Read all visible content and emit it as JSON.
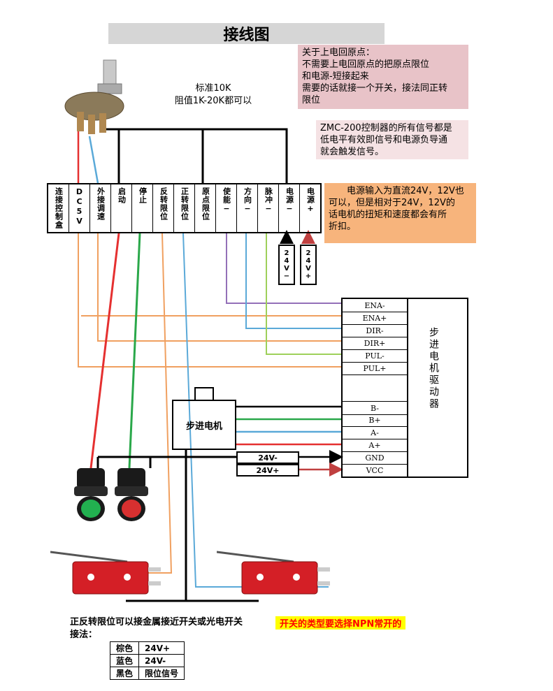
{
  "title": "接线图",
  "notes": {
    "home_origin": [
      "关于上电回原点：",
      "不需要上电回原点的把原点限位",
      "和电源-短接起来",
      "需要的话就接一个开关，接法同正转",
      "限位"
    ],
    "zmc_signal": [
      "ZMC-200控制器的所有信号都是",
      "低电平有效即信号和电源负导通",
      "就会触发信号。"
    ],
    "power_input": [
      "电源输入为直流24V，12V也",
      "可以，但是相对于24V，12V的",
      "话电机的扭矩和速度都会有所",
      "折扣。"
    ]
  },
  "potentiometer": {
    "line1": "标准10K",
    "line2": "阻值1K-20K都可以"
  },
  "terminals": [
    "连接控制盒",
    "DC5V",
    "外接调速",
    "启动",
    "停止",
    "反转限位",
    "正转限位",
    "原点限位",
    "使能−",
    "方向−",
    "脉冲−",
    "电源−",
    "电源+"
  ],
  "power_pins": [
    "24V−",
    "24V+"
  ],
  "driver": {
    "label": "步进电机驱动器",
    "pins": [
      "ENA-",
      "ENA+",
      "DIR-",
      "DIR+",
      "PUL-",
      "PUL+",
      "B-",
      "B+",
      "A-",
      "A+",
      "GND",
      "VCC"
    ]
  },
  "motor": {
    "label": "步进电机"
  },
  "psu": [
    "24V-",
    "24V+"
  ],
  "footer": {
    "text1": "正反转限位可以接金属接近开关或光电开关",
    "warn": "开关的类型要选择NPN常开的",
    "text2": "接法："
  },
  "legend": [
    [
      "棕色",
      "24V+"
    ],
    [
      "蓝色",
      "24V-"
    ],
    [
      "黑色",
      "限位信号"
    ]
  ],
  "colors": {
    "red": "#e53030",
    "blue": "#5aa9d8",
    "orange": "#f0a060",
    "green": "#2aa84a",
    "purple": "#9370b8",
    "lightgreen": "#9ed05a"
  }
}
